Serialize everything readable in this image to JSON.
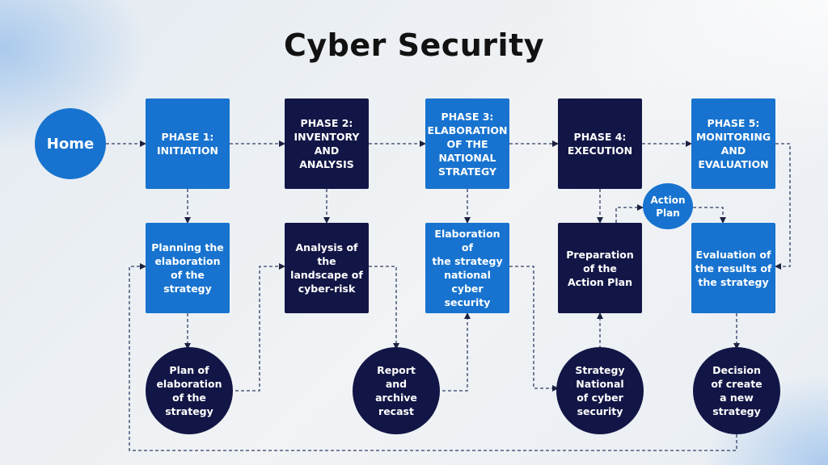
{
  "title": "Cyber Security",
  "home": "Home",
  "phases": [
    "PHASE 1:\nINITIATION",
    "PHASE 2:\nINVENTORY\nAND\nANALYSIS",
    "PHASE 3:\nELABORATION\nOF THE\nNATIONAL\nSTRATEGY",
    "PHASE 4:\nEXECUTION",
    "PHASE 5:\nMONITORING\nAND\nEVALUATION"
  ],
  "steps": [
    "Planning the\nelaboration\nof the\nstrategy",
    "Analysis of\nthe\nlandscape of\ncyber-risk",
    "Elaboration of\nthe strategy\nnational\ncyber security",
    "Preparation\nof the\nAction Plan",
    "Evaluation of\nthe results of\nthe strategy"
  ],
  "outputs": [
    "Plan of\nelaboration\nof the\nstrategy",
    "Report\nand\narchive\nrecast",
    "Strategy\nNational\nof cyber\nsecurity",
    "Decision\nof create\na new\nstrategy"
  ],
  "action_plan": "Action\nPlan",
  "colors": {
    "blue": "#1773cf",
    "navy": "#121646",
    "connector": "#2e3f66"
  }
}
